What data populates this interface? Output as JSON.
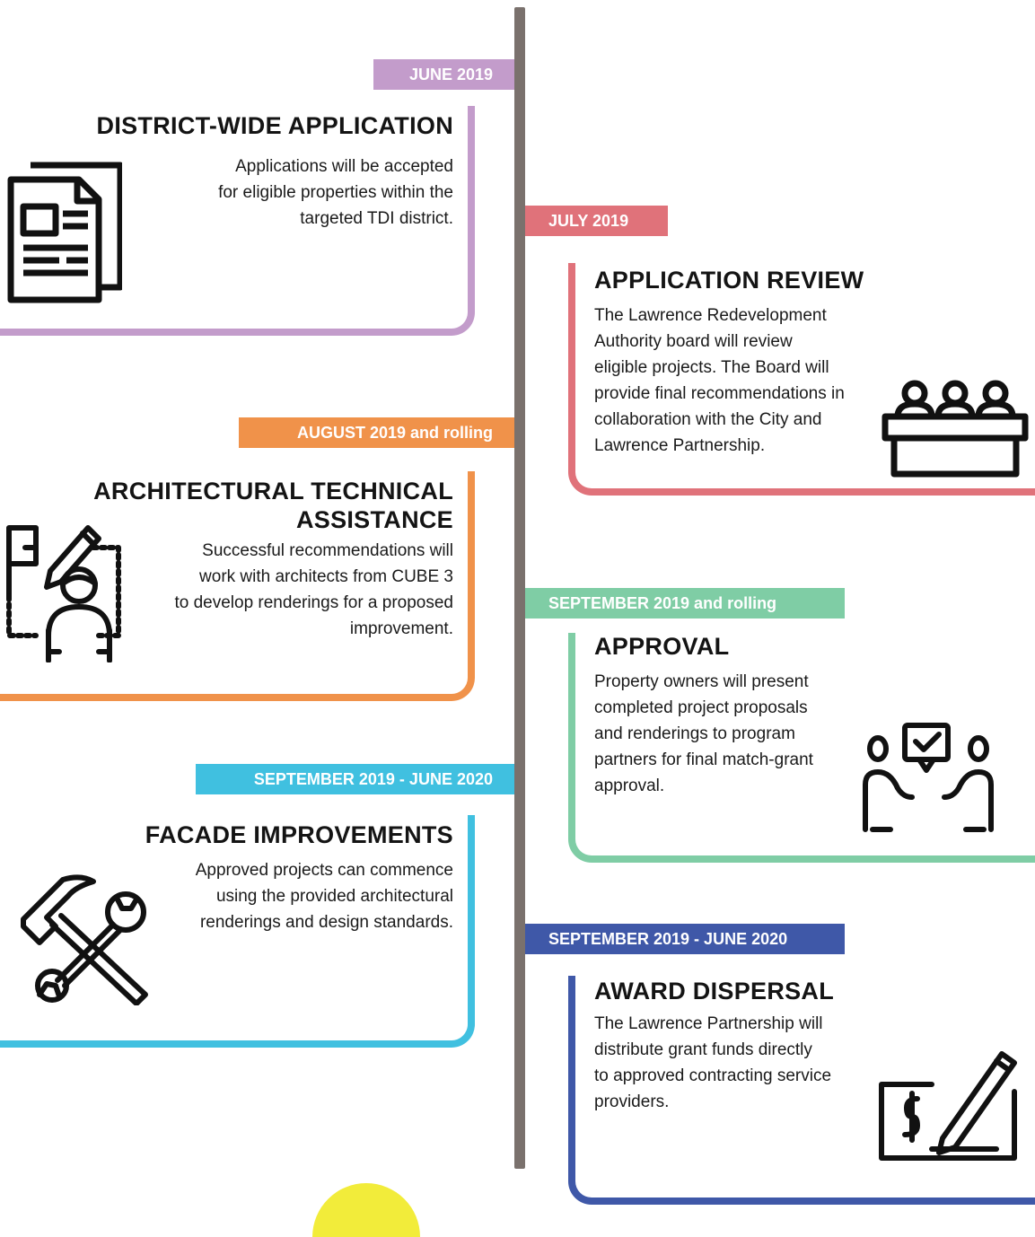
{
  "colors": {
    "spine": "#7a716d",
    "purple": "#c39ccb",
    "red": "#e0727a",
    "orange": "#f0924a",
    "green": "#7fcda5",
    "cyan": "#40c0e0",
    "blue": "#3f58a8"
  },
  "steps": [
    {
      "date": "JUNE 2019",
      "title": "DISTRICT-WIDE APPLICATION",
      "lines": [
        "Applications will be accepted",
        "for eligible properties within the",
        "targeted TDI district."
      ],
      "icon": "documents-icon"
    },
    {
      "date": "JULY 2019",
      "title": "APPLICATION REVIEW",
      "lines": [
        "The Lawrence Redevelopment",
        "Authority board will review",
        "eligible projects. The Board will",
        "provide final recommendations in",
        "collaboration with the City and",
        "Lawrence Partnership."
      ],
      "icon": "board-panel-icon"
    },
    {
      "date": "AUGUST 2019 and rolling",
      "title_lines": [
        "ARCHITECTURAL TECHNICAL",
        "ASSISTANCE"
      ],
      "lines": [
        "Successful recommendations will",
        "work with architects from CUBE 3",
        "to develop renderings for a proposed",
        "improvement."
      ],
      "icon": "architect-blueprint-icon"
    },
    {
      "date": "SEPTEMBER 2019 and rolling",
      "title": "APPROVAL",
      "lines": [
        "Property owners will present",
        "completed project proposals",
        "and renderings to program",
        "partners for final match-grant",
        "approval."
      ],
      "icon": "approval-meeting-icon"
    },
    {
      "date": "SEPTEMBER 2019 - JUNE 2020",
      "title": "FACADE IMPROVEMENTS",
      "lines": [
        "Approved projects can commence",
        "using the provided architectural",
        "renderings and design standards."
      ],
      "icon": "hammer-wrench-icon"
    },
    {
      "date": "SEPTEMBER 2019 - JUNE 2020",
      "title": "AWARD DISPERSAL",
      "lines": [
        "The Lawrence Partnership will",
        "distribute grant funds directly",
        "to approved contracting service",
        "providers."
      ],
      "icon": "check-signing-icon"
    }
  ]
}
